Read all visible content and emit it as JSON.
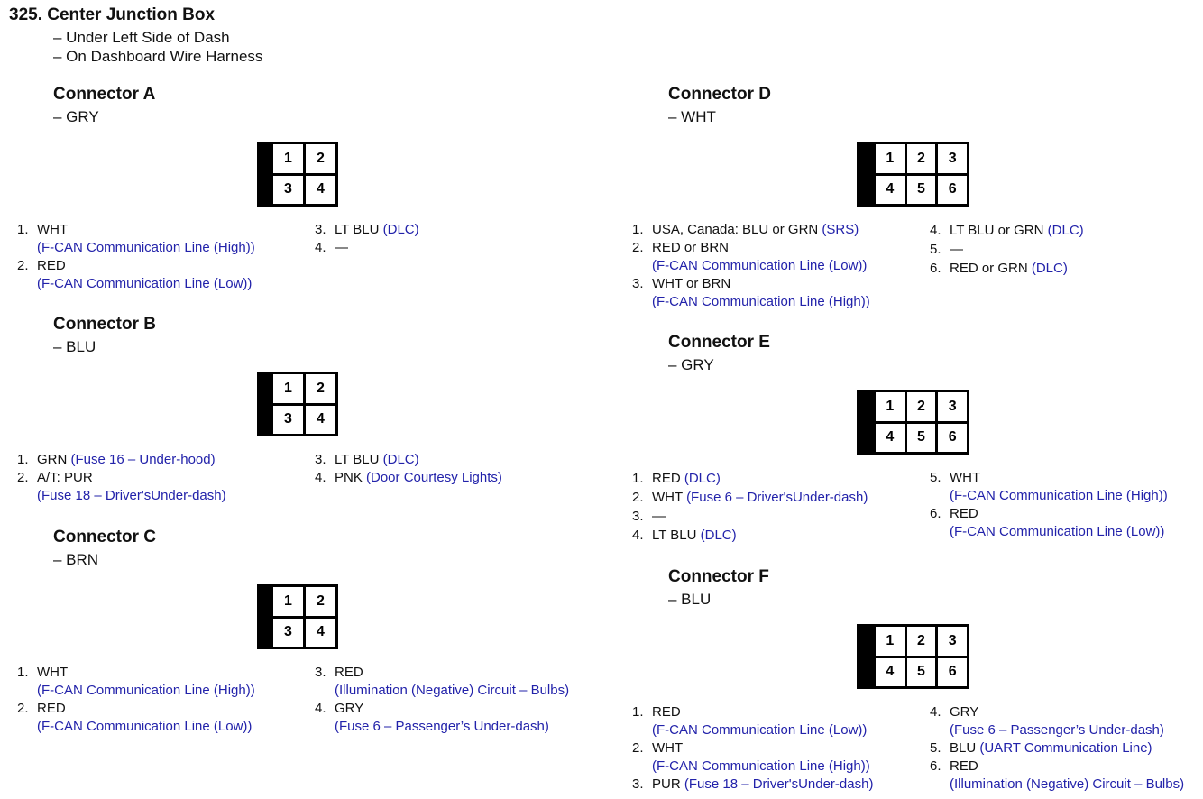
{
  "header": {
    "title": "325.  Center Junction Box",
    "lines": [
      "– Under Left Side of Dash",
      "– On Dashboard Wire Harness"
    ]
  },
  "connectors": {
    "A": {
      "title": "Connector A",
      "color": "– GRY",
      "pins": [
        "1",
        "2",
        "3",
        "4"
      ],
      "col1": [
        {
          "num": "1.",
          "wire": "WHT",
          "desc": "(F-CAN Communication Line (High))"
        },
        {
          "num": "2.",
          "wire": "RED",
          "desc": "(F-CAN Communication Line (Low))"
        }
      ],
      "col2": [
        {
          "num": "3.",
          "wire": "LT BLU",
          "desc": "(DLC)"
        },
        {
          "num": "4.",
          "wire": "—",
          "desc": ""
        }
      ]
    },
    "B": {
      "title": "Connector B",
      "color": "– BLU",
      "pins": [
        "1",
        "2",
        "3",
        "4"
      ],
      "col1": [
        {
          "num": "1.",
          "wire": "GRN",
          "desc": "(Fuse 16 – Under-hood)"
        },
        {
          "num": "2.",
          "wire": "A/T: PUR",
          "desc": "(Fuse 18 – Driver'sUnder-dash)"
        }
      ],
      "col2": [
        {
          "num": "3.",
          "wire": "LT BLU",
          "desc": "(DLC)"
        },
        {
          "num": "4.",
          "wire": "PNK",
          "desc": "(Door Courtesy Lights)"
        }
      ]
    },
    "C": {
      "title": "Connector C",
      "color": "– BRN",
      "pins": [
        "1",
        "2",
        "3",
        "4"
      ],
      "col1": [
        {
          "num": "1.",
          "wire": "WHT",
          "desc": "(F-CAN Communication Line (High))"
        },
        {
          "num": "2.",
          "wire": "RED",
          "desc": "(F-CAN Communication Line (Low))"
        }
      ],
      "col2": [
        {
          "num": "3.",
          "wire": "RED",
          "desc": "(Illumination (Negative) Circuit – Bulbs)"
        },
        {
          "num": "4.",
          "wire": "GRY",
          "desc": "(Fuse 6 – Passenger’s Under-dash)"
        }
      ]
    },
    "D": {
      "title": "Connector D",
      "color": "– WHT",
      "pins": [
        "1",
        "2",
        "3",
        "4",
        "5",
        "6"
      ],
      "col1": [
        {
          "num": "1.",
          "wire": "USA, Canada: BLU or GRN",
          "desc": "(SRS)"
        },
        {
          "num": "2.",
          "wire": "RED or BRN",
          "desc": "(F-CAN Communication Line (Low))"
        },
        {
          "num": "3.",
          "wire": "WHT or BRN",
          "desc": "(F-CAN Communication Line (High))"
        }
      ],
      "col2": [
        {
          "num": "4.",
          "wire": "LT BLU or GRN",
          "desc": "(DLC)"
        },
        {
          "num": "5.",
          "wire": "—",
          "desc": ""
        },
        {
          "num": "6.",
          "wire": "RED or GRN",
          "desc": "(DLC)"
        }
      ]
    },
    "E": {
      "title": "Connector E",
      "color": "– GRY",
      "pins": [
        "1",
        "2",
        "3",
        "4",
        "5",
        "6"
      ],
      "col1": [
        {
          "num": "1.",
          "wire": "RED",
          "desc": "(DLC)"
        },
        {
          "num": "2.",
          "wire": "WHT",
          "desc": "(Fuse 6 – Driver'sUnder-dash)"
        },
        {
          "num": "3.",
          "wire": "—",
          "desc": ""
        },
        {
          "num": "4.",
          "wire": "LT BLU",
          "desc": "(DLC)"
        }
      ],
      "col2": [
        {
          "num": "5.",
          "wire": "WHT",
          "desc": "(F-CAN Communication Line (High))"
        },
        {
          "num": "6.",
          "wire": "RED",
          "desc": "(F-CAN Communication Line (Low))"
        }
      ]
    },
    "F": {
      "title": "Connector F",
      "color": "– BLU",
      "pins": [
        "1",
        "2",
        "3",
        "4",
        "5",
        "6"
      ],
      "col1": [
        {
          "num": "1.",
          "wire": "RED",
          "desc": "(F-CAN Communication Line (Low))"
        },
        {
          "num": "2.",
          "wire": "WHT",
          "desc": "(F-CAN Communication Line (High))"
        },
        {
          "num": "3.",
          "wire": "PUR",
          "desc": "(Fuse 18 – Driver'sUnder-dash)"
        }
      ],
      "col2": [
        {
          "num": "4.",
          "wire": "GRY",
          "desc": "(Fuse 6 – Passenger’s Under-dash)"
        },
        {
          "num": "5.",
          "wire": "BLU",
          "desc": "(UART Communication Line)"
        },
        {
          "num": "6.",
          "wire": "RED",
          "desc": "(Illumination (Negative) Circuit – Bulbs)"
        }
      ]
    }
  }
}
